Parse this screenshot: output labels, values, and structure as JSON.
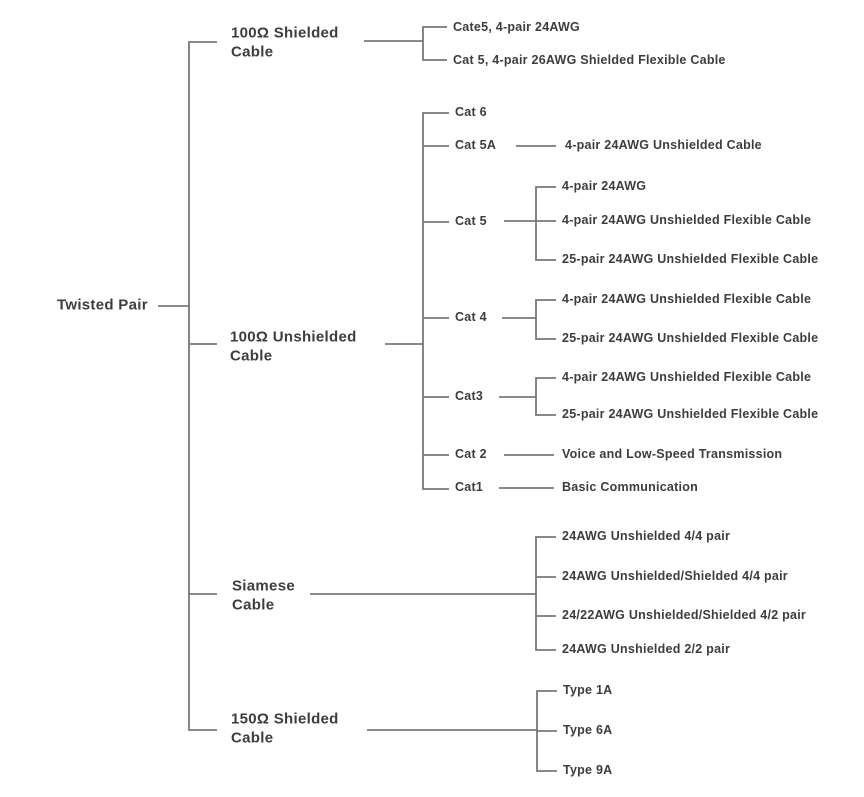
{
  "colors": {
    "line": "#787878",
    "text": "#3d3d3d",
    "background": "#ffffff"
  },
  "tree": {
    "root": "Twisted Pair",
    "children": [
      {
        "label": "100Ω Shielded\nCable",
        "children": [
          {
            "label": "Cate5, 4-pair 24AWG"
          },
          {
            "label": "Cat 5, 4-pair 26AWG Shielded Flexible Cable"
          }
        ]
      },
      {
        "label": "100Ω Unshielded\nCable",
        "children": [
          {
            "label": "Cat 6",
            "children": []
          },
          {
            "label": "Cat 5A",
            "children": [
              {
                "label": "4-pair 24AWG Unshielded Cable"
              }
            ]
          },
          {
            "label": "Cat 5",
            "children": [
              {
                "label": "4-pair 24AWG"
              },
              {
                "label": "4-pair 24AWG Unshielded Flexible Cable"
              },
              {
                "label": "25-pair 24AWG Unshielded Flexible Cable"
              }
            ]
          },
          {
            "label": "Cat 4",
            "children": [
              {
                "label": "4-pair 24AWG Unshielded Flexible Cable"
              },
              {
                "label": "25-pair 24AWG Unshielded Flexible Cable"
              }
            ]
          },
          {
            "label": "Cat3",
            "children": [
              {
                "label": "4-pair 24AWG Unshielded Flexible Cable"
              },
              {
                "label": "25-pair 24AWG Unshielded Flexible Cable"
              }
            ]
          },
          {
            "label": "Cat 2",
            "children": [
              {
                "label": "Voice and Low-Speed Transmission"
              }
            ]
          },
          {
            "label": "Cat1",
            "children": [
              {
                "label": "Basic Communication"
              }
            ]
          }
        ]
      },
      {
        "label": "Siamese\nCable",
        "children": [
          {
            "label": "24AWG Unshielded 4/4 pair"
          },
          {
            "label": "24AWG Unshielded/Shielded 4/4 pair"
          },
          {
            "label": "24/22AWG Unshielded/Shielded 4/2 pair"
          },
          {
            "label": "24AWG Unshielded 2/2 pair"
          }
        ]
      },
      {
        "label": "150Ω Shielded\nCable",
        "children": [
          {
            "label": "Type 1A"
          },
          {
            "label": "Type 6A"
          },
          {
            "label": "Type 9A"
          }
        ]
      }
    ]
  }
}
